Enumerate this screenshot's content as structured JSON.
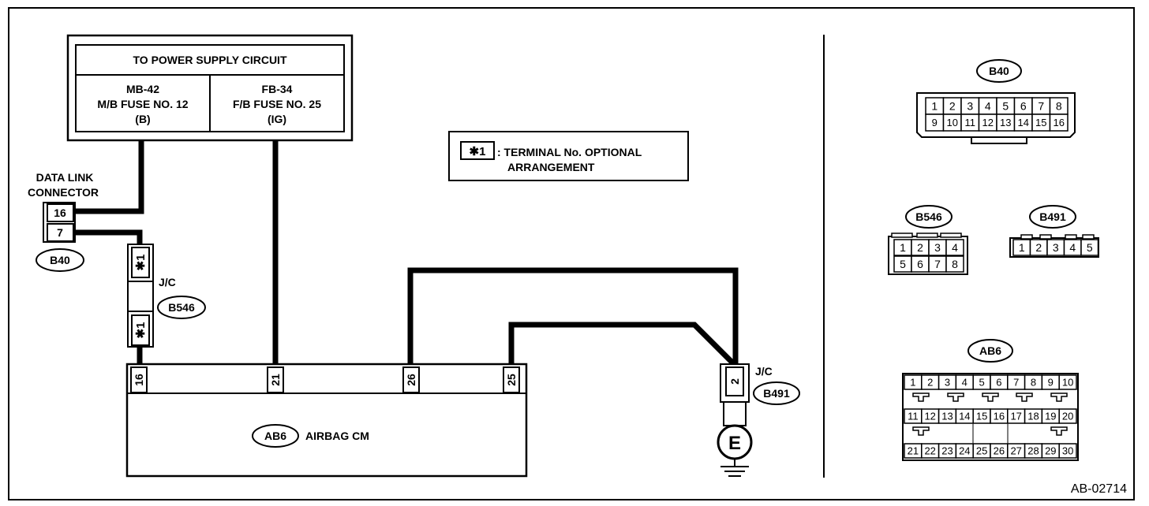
{
  "power_supply": {
    "title": "TO POWER SUPPLY CIRCUIT",
    "left": {
      "line1": "MB-42",
      "line2": "M/B FUSE NO. 12",
      "line3": "(B)"
    },
    "right": {
      "line1": "FB-34",
      "line2": "F/B FUSE NO. 25",
      "line3": "(IG)"
    }
  },
  "legend": {
    "symbol": "✱1",
    "line1": ": TERMINAL No. OPTIONAL",
    "line2": "ARRANGEMENT"
  },
  "data_link_connector": {
    "label_line1": "DATA LINK",
    "label_line2": "CONNECTOR",
    "pins": [
      "16",
      "7"
    ],
    "tag": "B40"
  },
  "jc_b546": {
    "label": "J/C",
    "tag": "B546",
    "terminal_top": "✱1",
    "terminal_bottom": "✱1"
  },
  "airbag_cm": {
    "tag": "AB6",
    "name": "AIRBAG CM",
    "terminals": [
      "16",
      "21",
      "26",
      "25"
    ]
  },
  "jc_b491": {
    "label": "J/C",
    "tag": "B491",
    "terminal": "2",
    "ground": "E"
  },
  "views": {
    "b40": {
      "tag": "B40",
      "row1": [
        "1",
        "2",
        "3",
        "4",
        "5",
        "6",
        "7",
        "8"
      ],
      "row2": [
        "9",
        "10",
        "11",
        "12",
        "13",
        "14",
        "15",
        "16"
      ]
    },
    "b546": {
      "tag": "B546",
      "row1": [
        "1",
        "2",
        "3",
        "4"
      ],
      "row2": [
        "5",
        "6",
        "7",
        "8"
      ]
    },
    "b491": {
      "tag": "B491",
      "row1": [
        "1",
        "2",
        "3",
        "4",
        "5"
      ]
    },
    "ab6": {
      "tag": "AB6",
      "row1": [
        "1",
        "2",
        "3",
        "4",
        "5",
        "6",
        "7",
        "8",
        "9",
        "10"
      ],
      "row2": [
        "11",
        "12",
        "13",
        "14",
        "15",
        "16",
        "17",
        "18",
        "19",
        "20"
      ],
      "row3": [
        "21",
        "22",
        "23",
        "24",
        "25",
        "26",
        "27",
        "28",
        "29",
        "30"
      ]
    }
  },
  "figure_id": "AB-02714"
}
